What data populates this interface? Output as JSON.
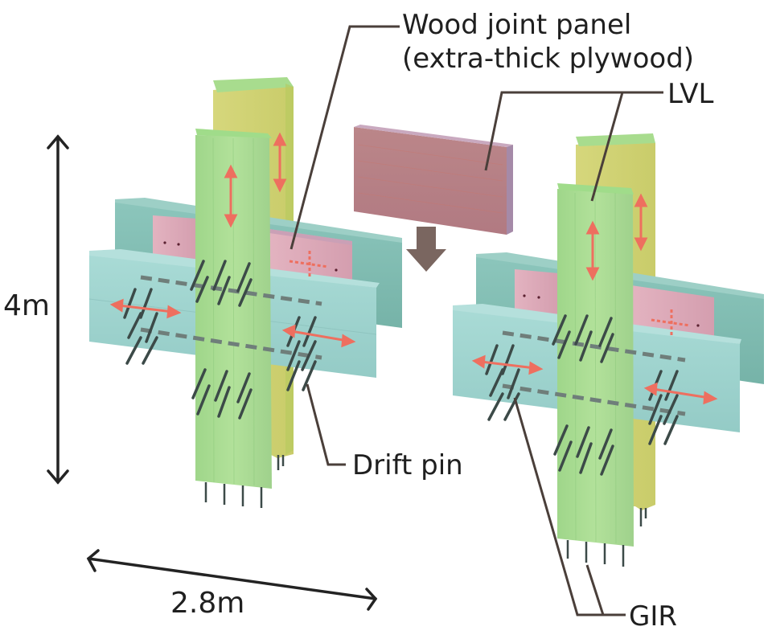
{
  "labels": {
    "wood_joint_panel": [
      "Wood joint panel",
      "(extra-thick plywood)"
    ],
    "lvl": "LVL",
    "drift_pin": "Drift pin",
    "gir": "GIR"
  },
  "dimensions": {
    "height": "4m",
    "width": "2.8m"
  },
  "colors": {
    "column_green": "#a9dc8f",
    "column_back_yellow": "#d9d77a",
    "beam_teal": "#9fd3cf",
    "beam_back_teal": "#86bfb4",
    "panel_pink": "#d9a7b4",
    "loose_panel": "#b98288",
    "force_arrow": "#ee6f5f",
    "leader_line": "#4a3f3a",
    "insert_arrow": "#7a6660",
    "pin": "#3c4a48"
  },
  "figures": [
    {
      "name": "assembled-joint-left",
      "state": "assembled"
    },
    {
      "name": "assembled-joint-right",
      "state": "panel-inserted"
    }
  ]
}
